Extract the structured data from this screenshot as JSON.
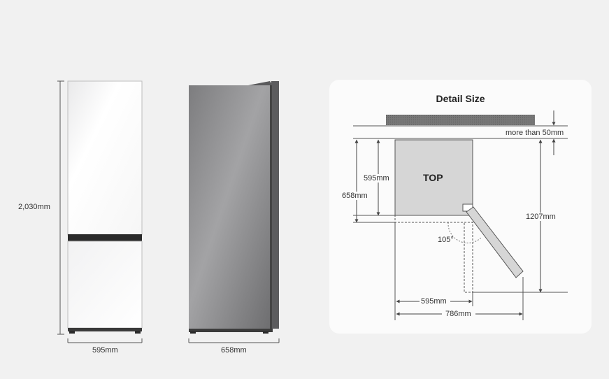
{
  "front_view": {
    "height_label": "2,030mm",
    "width_label": "595mm"
  },
  "side_view": {
    "depth_label": "658mm"
  },
  "detail": {
    "title": "Detail Size",
    "top_label": "TOP",
    "clearance_label": "more than 50mm",
    "body_depth_label": "595mm",
    "total_depth_label": "658mm",
    "swing_depth_label": "1207mm",
    "angle_label": "105°",
    "width_label": "595mm",
    "open_width_label": "786mm"
  },
  "colors": {
    "background": "#f1f1f1",
    "card": "#fbfbfb",
    "fridge_panel": "#ffffff",
    "steel_dark": "#6f6f71",
    "steel_light": "#9a9a9c",
    "top_box": "#d6d6d6"
  }
}
